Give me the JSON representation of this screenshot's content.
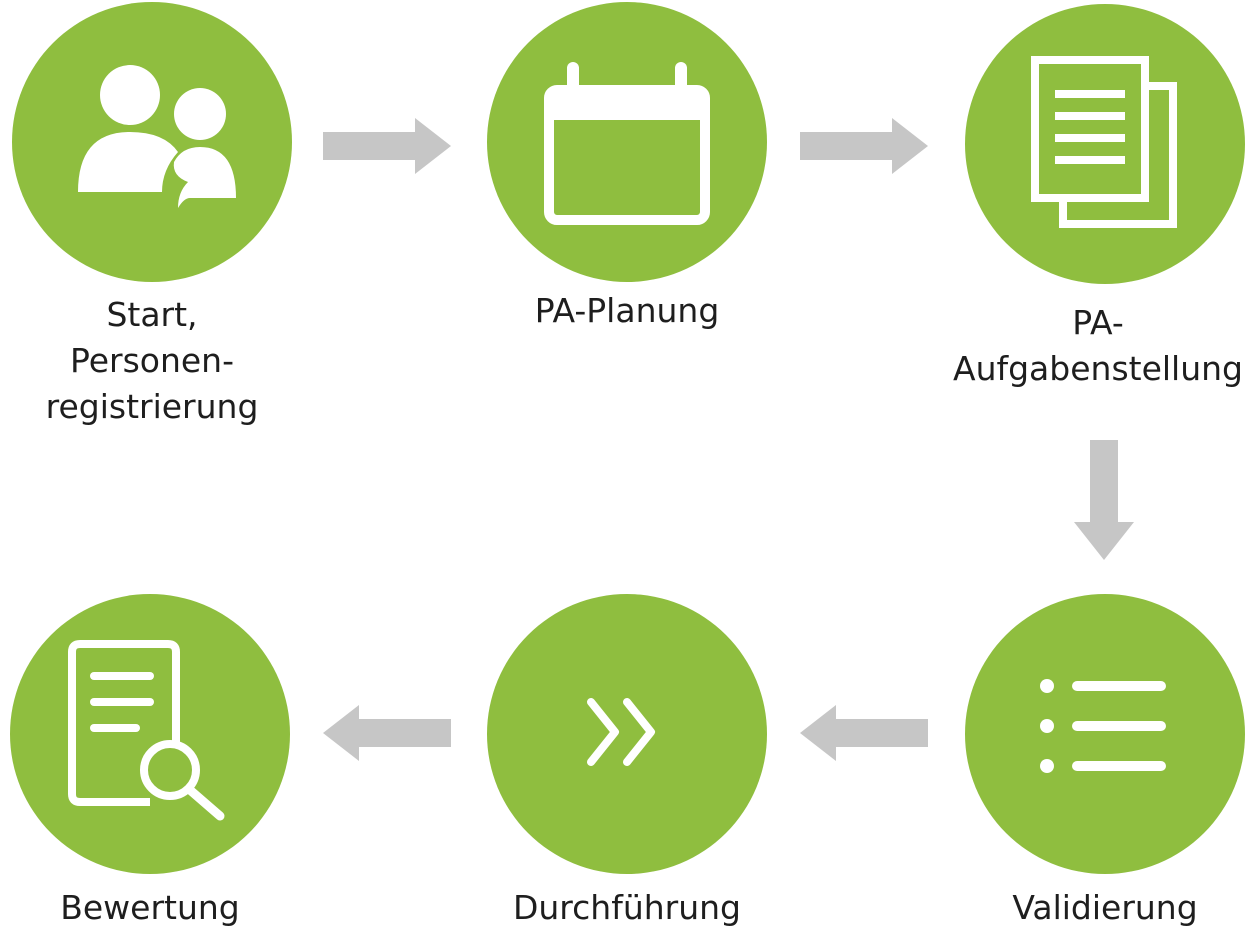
{
  "steps": [
    {
      "label": "Start,\nPersonen-\nregistrierung",
      "icon": "users-icon"
    },
    {
      "label": "PA-Planung",
      "icon": "calendar-icon"
    },
    {
      "label": "PA-\nAufgabenstellung",
      "icon": "documents-icon"
    },
    {
      "label": "Validierung",
      "icon": "list-icon"
    },
    {
      "label": "Durchführung",
      "icon": "double-chevron-right-icon"
    },
    {
      "label": "Bewertung",
      "icon": "document-search-icon"
    }
  ],
  "colors": {
    "circle": "#8fbe3f",
    "arrow": "#c6c6c6",
    "icon": "#ffffff",
    "text": "#1e1e1e"
  }
}
